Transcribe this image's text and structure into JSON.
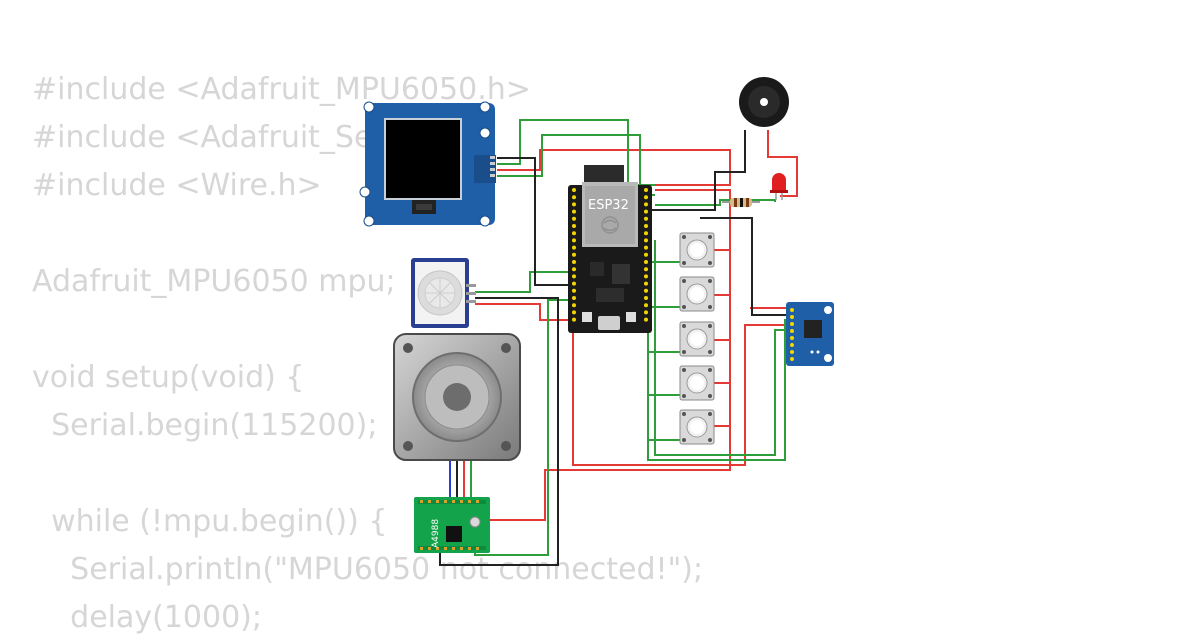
{
  "code": {
    "lines": [
      "#include <Adafruit_MPU6050.h>",
      "#include <Adafruit_Sensor.h>",
      "#include <Wire.h>",
      "",
      "Adafruit_MPU6050 mpu;",
      "",
      "void setup(void) {",
      "  Serial.begin(115200);",
      "",
      "  while (!mpu.begin()) {",
      "    Serial.println(\"MPU6050 not connected!\");",
      "    delay(1000);"
    ]
  },
  "components": {
    "esp32": {
      "label": "ESP32"
    },
    "driver": {
      "label": "A4988"
    }
  },
  "colors": {
    "wire_red": "#e53935",
    "wire_green": "#2e9e3a",
    "wire_black": "#222222",
    "wire_blue": "#2a3cd6",
    "board_blue": "#1f5fa8",
    "driver_green": "#13a34a"
  }
}
